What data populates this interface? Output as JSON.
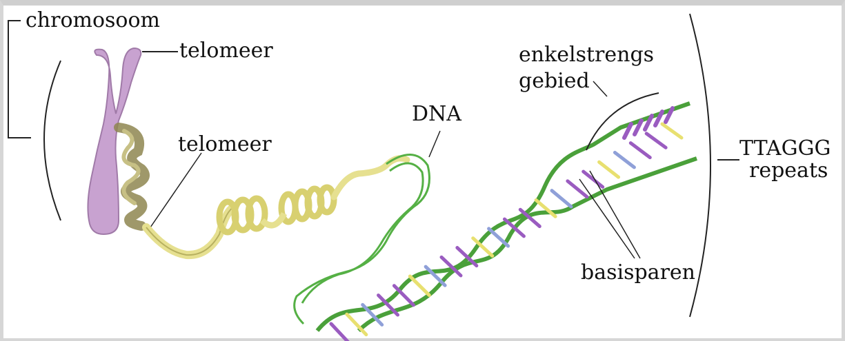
{
  "labels": {
    "chromosome": "chromosoom",
    "telomere_top": "telomeer",
    "telomere_mid": "telomeer",
    "dna": "DNA",
    "single_strand_line1": "enkelstrengs",
    "single_strand_line2": "gebied",
    "repeats_line1": "TTAGGG",
    "repeats_line2": "repeats",
    "base_pairs": "basisparen"
  },
  "colors": {
    "chromosome": "#c8a2d0",
    "chromatin": "#b8b070",
    "fiber": "#f0ec9a",
    "helix_backbone": "#55b045",
    "base_purple": "#9a5cc0",
    "base_yellow": "#e8e070",
    "base_blue": "#8fa0d8"
  }
}
